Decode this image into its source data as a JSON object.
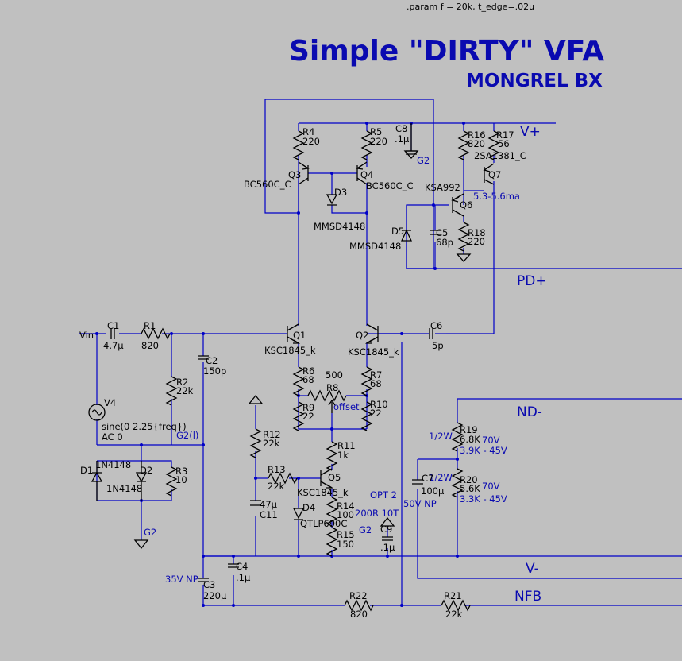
{
  "header": {
    "param": ".param f = 20k, t_edge=.02u",
    "title": "Simple \"DIRTY\" VFA",
    "subtitle": "MONGREL BX"
  },
  "nets": {
    "vplus": "V+",
    "pdplus": "PD+",
    "ndminus": "ND-",
    "vminus": "V-",
    "nfb": "NFB",
    "vin": "Vin",
    "g2": "G2",
    "g2l": "G2(l)"
  },
  "components": {
    "r1": {
      "ref": "R1",
      "val": "820"
    },
    "r2": {
      "ref": "R2",
      "val": "22k"
    },
    "r3": {
      "ref": "R3",
      "val": "10"
    },
    "r4": {
      "ref": "R4",
      "val": "220"
    },
    "r5": {
      "ref": "R5",
      "val": "220"
    },
    "r6": {
      "ref": "R6",
      "val": "68"
    },
    "r7": {
      "ref": "R7",
      "val": "68"
    },
    "r8": {
      "ref": "R8",
      "val": "500"
    },
    "r9": {
      "ref": "R9",
      "val": "22"
    },
    "r10": {
      "ref": "R10",
      "val": "22"
    },
    "r11": {
      "ref": "R11",
      "val": "1k"
    },
    "r12": {
      "ref": "R12",
      "val": "22k"
    },
    "r13": {
      "ref": "R13",
      "val": "22k"
    },
    "r14": {
      "ref": "R14",
      "val": "100"
    },
    "r15": {
      "ref": "R15",
      "val": "150"
    },
    "r16": {
      "ref": "R16",
      "val": "820"
    },
    "r17": {
      "ref": "R17",
      "val": "56"
    },
    "r18": {
      "ref": "R18",
      "val": "220"
    },
    "r19": {
      "ref": "R19",
      "val": "6.8K"
    },
    "r20": {
      "ref": "R20",
      "val": "5.6K"
    },
    "r21": {
      "ref": "R21",
      "val": "22k"
    },
    "r22": {
      "ref": "R22",
      "val": "820"
    },
    "c1": {
      "ref": "C1",
      "val": "4.7µ"
    },
    "c2": {
      "ref": "C2",
      "val": "150p"
    },
    "c3": {
      "ref": "C3",
      "val": "220µ"
    },
    "c4": {
      "ref": "C4",
      "val": ".1µ"
    },
    "c5": {
      "ref": "C5",
      "val": "68p"
    },
    "c6": {
      "ref": "C6",
      "val": "5p"
    },
    "c7": {
      "ref": "C7",
      "val": "100µ"
    },
    "c8": {
      "ref": "C8",
      "val": ".1µ"
    },
    "c9": {
      "ref": "C9",
      "val": ".1µ"
    },
    "c11": {
      "ref": "C11",
      "val": "47µ"
    },
    "q1": {
      "ref": "Q1",
      "val": "KSC1845_k"
    },
    "q2": {
      "ref": "Q2",
      "val": "KSC1845_k"
    },
    "q3": {
      "ref": "Q3",
      "val": "BC560C_C"
    },
    "q4": {
      "ref": "Q4",
      "val": "BC560C_C"
    },
    "q5": {
      "ref": "Q5",
      "val": "KSC1845_k"
    },
    "q6": {
      "ref": "Q6",
      "val": "KSA992"
    },
    "q7": {
      "ref": "Q7",
      "val": "2SA1381_C"
    },
    "d1": {
      "ref": "D1",
      "val": "1N4148"
    },
    "d2": {
      "ref": "D2",
      "val": "1N4148"
    },
    "d3": {
      "ref": "D3",
      "val": "MMSD4148"
    },
    "d4": {
      "ref": "D4",
      "val": "QTLP690C"
    },
    "d5": {
      "ref": "D5",
      "val": "MMSD4148"
    },
    "v4": {
      "ref": "V4",
      "val1": "sine(0 2.25{freq})",
      "val2": "AC 0"
    }
  },
  "notes": {
    "q7_current": "5.3-5.6ma",
    "offset": "offset",
    "r19_power": "1/2W",
    "r19_rating": "70V",
    "r19_alt": "3.9K - 45V",
    "r20_power": "1/2W",
    "r20_rating": "70V",
    "r20_alt": "3.3K - 45V",
    "opt2": "OPT 2",
    "opt2_val": "200R 10T",
    "c7_rating": "50V NP",
    "c3_rating": "35V NP"
  },
  "colors": {
    "background": "#c0c0c0",
    "wire": "#0000c8",
    "component": "#000000",
    "label_blue": "#0a0ab0"
  }
}
